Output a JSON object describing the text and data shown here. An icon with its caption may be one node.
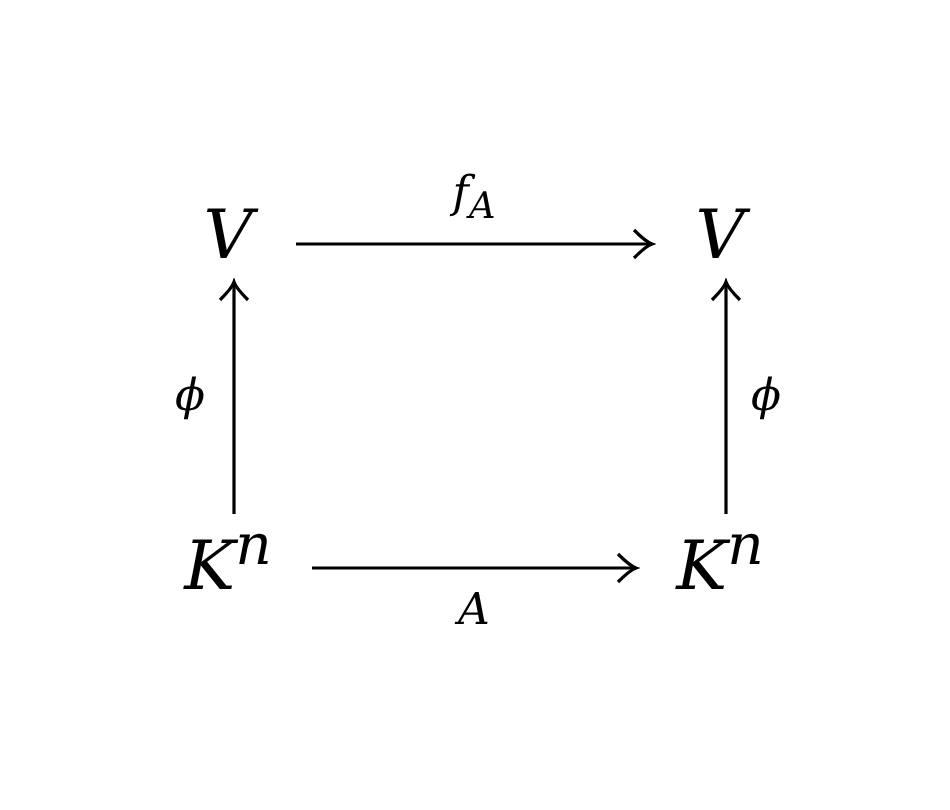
{
  "diagram": {
    "nodes": [
      {
        "text": [
          "V"
        ]
      },
      {
        "text": [
          "V"
        ]
      },
      {
        "text": [
          "K$^{n}$"
        ]
      },
      {
        "text": [
          "K$^{n}$"
        ]
      }
    ],
    "edges": [
      {
        "from": 0,
        "to": 1,
        "arrow": "to",
        "label": "f$_{A}$"
      },
      {
        "from": 2,
        "to": 0,
        "arrow": "to",
        "label": "ϕ"
      },
      {
        "from": 3,
        "to": 1,
        "arrow": "to",
        "label": "ϕ"
      },
      {
        "from": 2,
        "to": 3,
        "arrow": "to",
        "label": "A"
      }
    ]
  }
}
